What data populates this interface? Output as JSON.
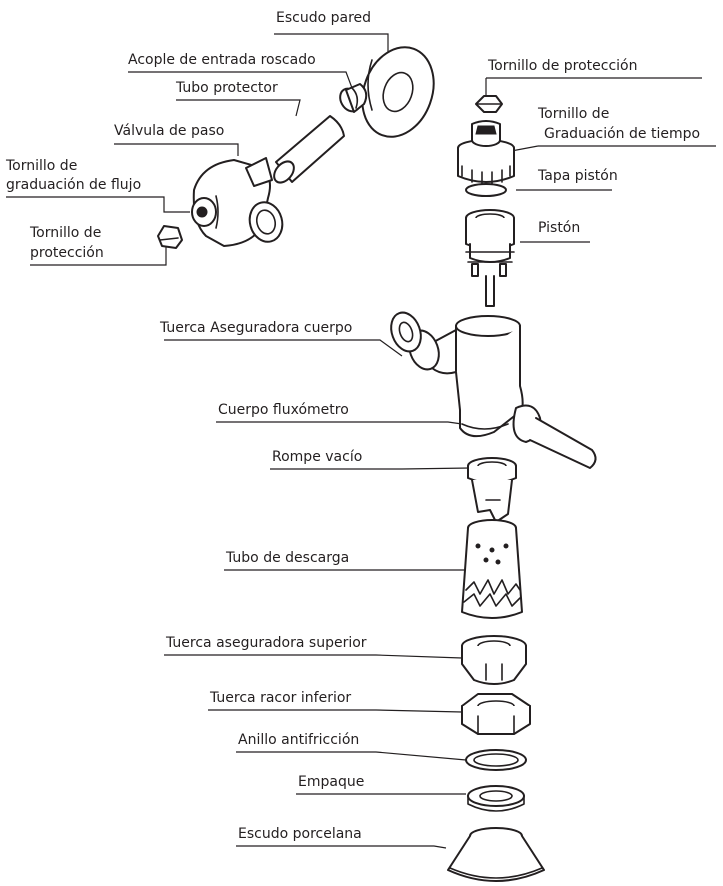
{
  "labels": {
    "escudo_pared": "Escudo pared",
    "acople": "Acople  de entrada roscado",
    "tubo_protector": "Tubo protector",
    "valvula_paso": "Válvula de paso",
    "tornillo_flujo_1": "Tornillo de",
    "tornillo_flujo_2": "graduación de flujo",
    "tornillo_prot_left_1": "Tornillo de",
    "tornillo_prot_left_2": "protección",
    "tornillo_prot_right": "Tornillo de protección",
    "tornillo_tiempo_1": "Tornillo de",
    "tornillo_tiempo_2": "Graduación de tiempo",
    "tapa_piston": "Tapa pistón",
    "piston": "Pistón",
    "tuerca_cuerpo": "Tuerca Aseguradora cuerpo",
    "cuerpo": "Cuerpo fluxómetro",
    "rompe_vacio": "Rompe vacío",
    "tubo_descarga": "Tubo de descarga",
    "tuerca_superior": "Tuerca aseguradora superior",
    "tuerca_racor": "Tuerca racor inferior",
    "anillo": "Anillo antifricción",
    "empaque": "Empaque",
    "escudo_porcelana": "Escudo porcelana"
  }
}
